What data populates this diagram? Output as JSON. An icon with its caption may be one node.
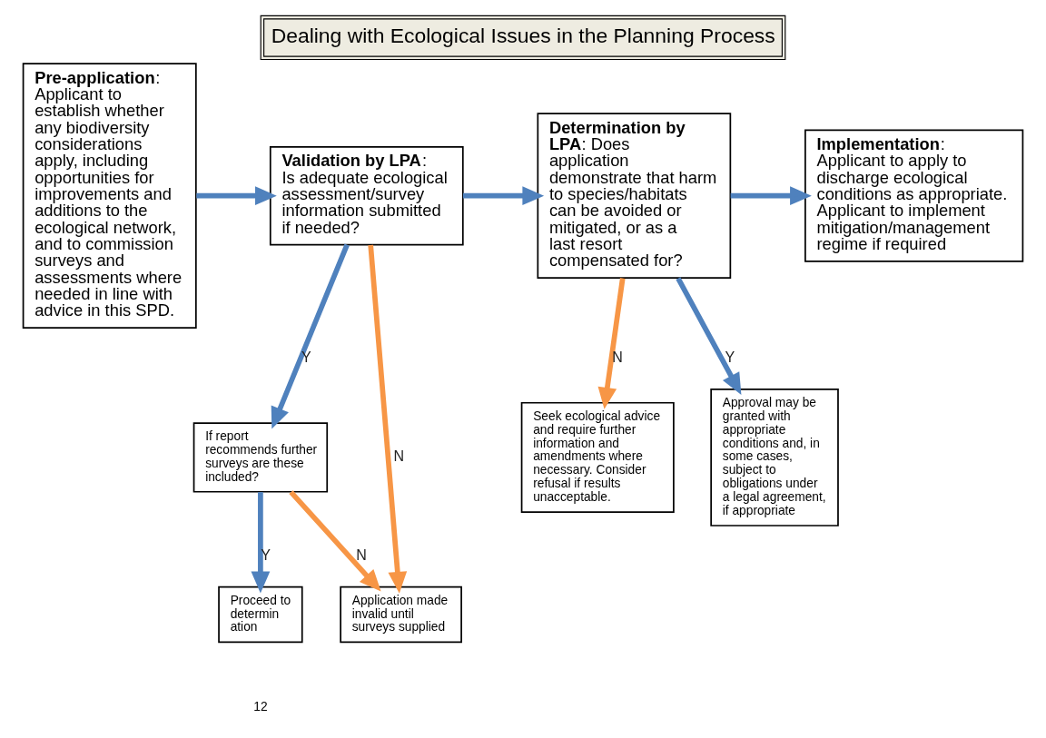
{
  "diagram": {
    "title": "Dealing with Ecological Issues in the Planning Process",
    "nodes": [
      {
        "text": [
          "**Pre-application**: Applicant to establish whether any biodiversity considerations apply, including opportunities for improvements and additions to the ecological network, and to commission surveys and assessments where needed in line with advice in this SPD."
        ]
      },
      {
        "text": [
          "**Validation by LPA**: Is adequate ecological assessment/survey information submitted if needed?"
        ]
      },
      {
        "text": [
          "**Determination by LPA**: Does application demonstrate that harm to species/habitats can be avoided or mitigated, or as a last resort compensated for?"
        ]
      },
      {
        "text": [
          "**Implementation**: Applicant to apply to discharge ecological conditions as appropriate. Applicant to implement mitigation/management regime if required"
        ]
      },
      {
        "text": [
          "If report recommends further surveys are these included?"
        ]
      },
      {
        "text": [
          "Proceed to determin ation"
        ]
      },
      {
        "text": [
          "Application made invalid until surveys supplied"
        ]
      },
      {
        "text": [
          "Seek ecological advice and require further information and amendments where necessary. Consider refusal if results unacceptable."
        ]
      },
      {
        "text": [
          "Approval may be granted with appropriate conditions and, in some cases, subject to obligations under a legal agreement, if appropriate"
        ]
      }
    ],
    "edges": [
      {
        "from": 0,
        "to": 1,
        "arrow": "to"
      },
      {
        "from": 1,
        "to": 2,
        "arrow": "to"
      },
      {
        "from": 1,
        "to": 4,
        "arrow": "to",
        "label": "Y"
      },
      {
        "from": 1,
        "to": 6,
        "arrow": "to",
        "label": "N",
        "color": "#f79646"
      },
      {
        "from": 2,
        "to": 3,
        "arrow": "to"
      },
      {
        "from": 2,
        "to": 7,
        "arrow": "to",
        "label": "N",
        "color": "#f79646"
      },
      {
        "from": 2,
        "to": 8,
        "arrow": "to",
        "label": "Y"
      },
      {
        "from": 4,
        "to": 5,
        "arrow": "to",
        "label": "Y"
      },
      {
        "from": 4,
        "to": 6,
        "arrow": "to",
        "label": "N",
        "color": "#f79646"
      }
    ],
    "labels": [
      "12"
    ]
  }
}
